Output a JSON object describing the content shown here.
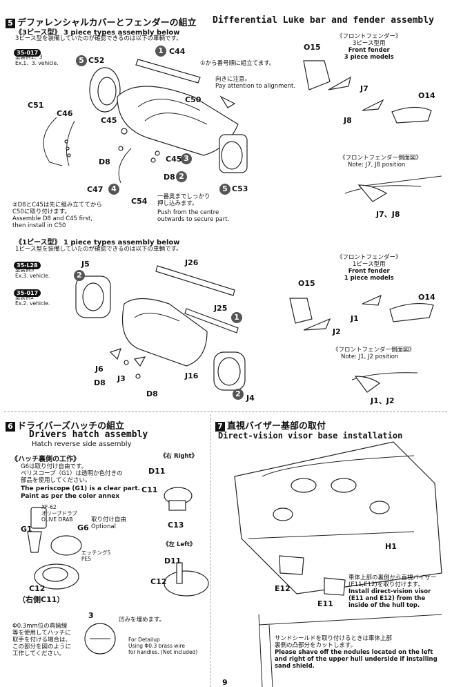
{
  "sec5": {
    "num": "5",
    "title_jp": "デファレンシャルカバーとフェンダーの組立",
    "title_en": "Differential Luke bar and fender assembly",
    "three_piece": {
      "head": "《3ピース型》 3 piece types assembly below",
      "note": "3ピース型を装備していたのが確認できるのは以下の車輌です。",
      "badge": "35-017",
      "vehicles": [
        "塗装例1、3",
        "Ex.1、3. vehicle."
      ],
      "tip1": "①から番号順に組立てます。",
      "tip2_jp": "向きに注意。",
      "tip2_en": "Pay attention to alignment.",
      "tip3_jp": [
        "②D8とC45は先に組み立ててから",
        "C50に取り付けます。"
      ],
      "tip3_en": [
        "Assemble D8 and C45 first,",
        "then install in C50"
      ],
      "tip4_jp": [
        "一番奥までしっかり",
        "押し込みます。"
      ],
      "tip4_en": [
        "Push from the centre",
        "outwards to secure part."
      ],
      "parts": {
        "c44": "C44",
        "c52": "C52",
        "c50": "C50",
        "c51": "C51",
        "c46": "C46",
        "c45": "C45",
        "d8": "D8",
        "c45b": "C45",
        "d8b": "D8",
        "c47": "C47",
        "c54": "C54",
        "c53": "C53"
      },
      "steps": [
        "1",
        "5",
        "3",
        "2",
        "4",
        "5"
      ],
      "front_fender": {
        "jp": "《フロントフェンダー》",
        "jp2": "3ピース型用",
        "en": [
          "Front fender",
          "3 piece models"
        ],
        "o15": "O15",
        "j7": "J7",
        "j8": "J8",
        "o14": "O14"
      },
      "side_view": {
        "jp": "《フロントフェンダー側面図》",
        "en": "Note: J7, J8 position",
        "label": "J7、J8"
      }
    },
    "one_piece": {
      "head": "《1ピース型》 1 piece types assembly below",
      "note": "1ピース型を装備していたのが確認できるのは以下の車輌です。",
      "badge1": "35-L28",
      "vehicles1": [
        "塗装例3",
        "Ex.3. vehicle."
      ],
      "badge2": "35-017",
      "vehicles2": [
        "塗装例2",
        "Ex.2. vehicle."
      ],
      "parts": {
        "j5": "J5",
        "j26": "J26",
        "j25": "J25",
        "j6": "J6",
        "d8": "D8",
        "j3": "J3",
        "d8b": "D8",
        "j16": "J16",
        "j4": "J4"
      },
      "steps": [
        "2",
        "1",
        "2"
      ],
      "front_fender": {
        "jp": "《フロントフェンダー》",
        "jp2": "1ピース型用",
        "en": [
          "Front fender",
          "1 piece models"
        ],
        "o15": "O15",
        "j1": "J1",
        "j2": "J2",
        "o14": "O14"
      },
      "side_view": {
        "jp": "《フロントフェンダー側面図》",
        "en": "Note: J1, J2 position",
        "label": "J1、J2"
      }
    }
  },
  "sec6": {
    "num": "6",
    "title_jp": "ドライバーズハッチの組立",
    "title_en": "Drivers hatch assembly",
    "subtitle_en": "Hatch reverse side assembly",
    "sub_jp": "《ハッチ裏側の工作》",
    "g6_note": [
      "G6は取り付け自由です。",
      "ペリスコープ（G1）は透明か色付きの",
      "部品を使用してください。"
    ],
    "g1_en": [
      "The periscope (G1) is a clear part.",
      "Paint as per the color annex"
    ],
    "paint": [
      "XF-62",
      "オリーブドラブ",
      "OLIVE DRAB"
    ],
    "optional_jp": "取り付け自由",
    "optional_en": "Optional",
    "g1": "G1",
    "g6": "G6",
    "etching": [
      "エッチング5",
      "PE5"
    ],
    "c12": "C12",
    "c12b": "（右側C11）",
    "wire_jp": [
      "Φ0.3mm位の真鍮線",
      "等を使用してハッチに",
      "取手を付ける場合は、",
      "この部分を図のように",
      "工作してください。"
    ],
    "dent": "凹みを埋めます。",
    "dim": "3",
    "detail_en": [
      "For Detailup",
      "Using Φ0.3 brass wire",
      "for handles. (Not included)"
    ],
    "right": "《右 Right》",
    "left": "《左 Left》",
    "d11": "D11",
    "c11": "C11",
    "c13": "C13",
    "d11b": "D11",
    "c12l": "C12"
  },
  "sec7": {
    "num": "7",
    "title_jp": "直視バイザー基部の取付",
    "title_en": "Direct-vision visor base installation",
    "h1": "H1",
    "e12": "E12",
    "e11": "E11",
    "install_jp": [
      "車体上部の裏側から直視バイザー",
      "(E11,E12)を取り付けます。"
    ],
    "install_en": [
      "Install direct-vision visor",
      "(E11 and E12) from the",
      "inside of the hull top."
    ],
    "shave_jp": [
      "サンドシールドを取り付けるときは車体上部",
      "裏側の凸部分をカットします。"
    ],
    "shave_en": [
      "Please shave off the nodules located on the left",
      "and right of the upper hull underside if installing",
      "sand shield."
    ]
  },
  "page_num": "9"
}
